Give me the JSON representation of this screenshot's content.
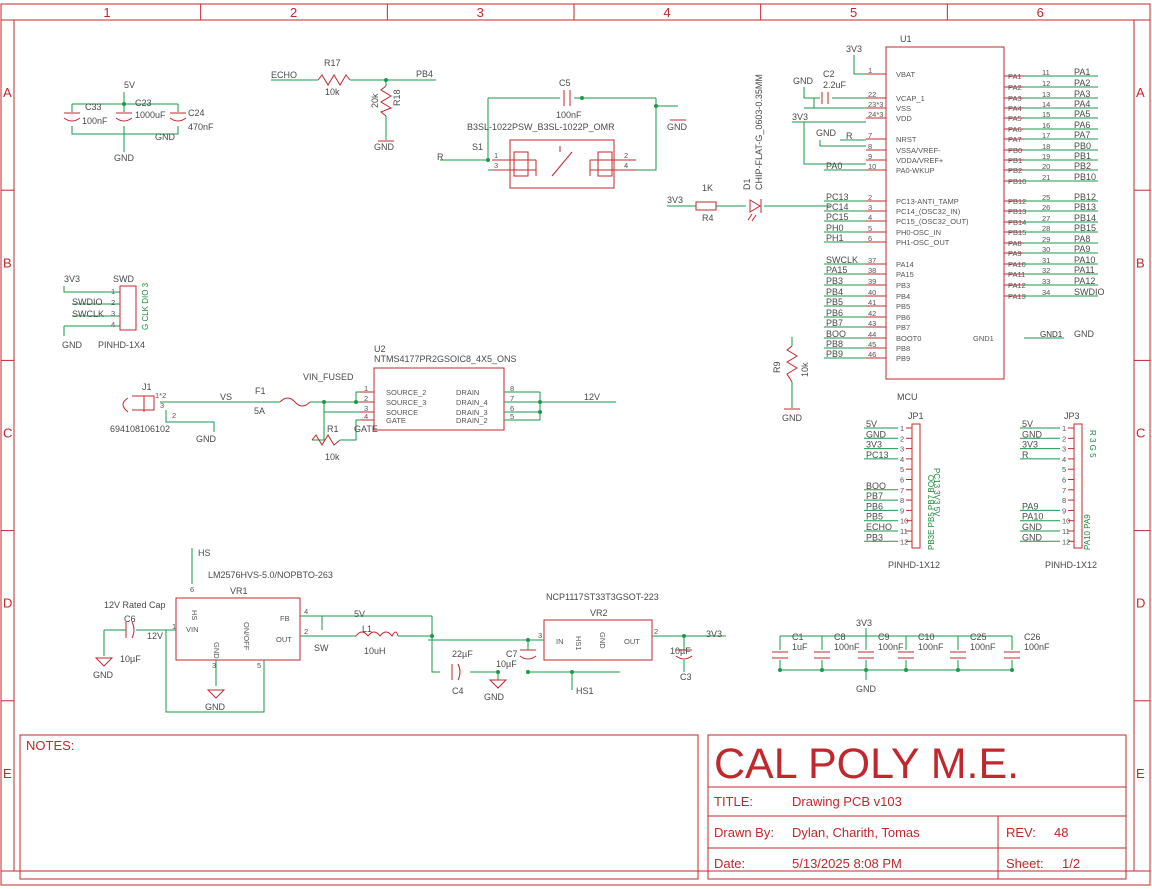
{
  "frame": {
    "columns": [
      "1",
      "2",
      "3",
      "4",
      "5",
      "6"
    ],
    "rows": [
      "A",
      "B",
      "C",
      "D",
      "E"
    ]
  },
  "title_block": {
    "notes_label": "NOTES:",
    "org": "CAL POLY M.E.",
    "title_label": "TITLE:",
    "title_value": "Drawing PCB v103",
    "drawn_label": "Drawn By:",
    "drawn_value": "Dylan, Charith, Tomas",
    "rev_label": "REV:",
    "rev_value": "48",
    "date_label": "Date:",
    "date_value": "5/13/2025 8:08 PM",
    "sheet_label": "Sheet:",
    "sheet_value": "1/2"
  },
  "caps_top": {
    "net_5v": "5V",
    "c33": "C33",
    "c33v": "100nF",
    "c23": "C23",
    "c23v": "1000uF",
    "c24": "C24",
    "c24v": "470nF",
    "gnd1": "GND",
    "gnd2": "GND"
  },
  "r17": {
    "echo": "ECHO",
    "name": "R17",
    "val": "10k",
    "pb4": "PB4",
    "r18": "R18",
    "r18v": "20k",
    "gnd": "GND"
  },
  "s1": {
    "c5": "C5",
    "c5v": "100nF",
    "part": "B3SL-1022PSW_B3SL-1022P_OMR",
    "name": "S1",
    "net_r": "R",
    "gnd": "GND",
    "p1": "1",
    "p2": "2",
    "p3": "3",
    "p4": "4"
  },
  "led": {
    "net": "3V3",
    "r4v": "1K",
    "r4": "R4",
    "d1": "D1",
    "part": "CHIP-FLAT-G_0603-0.35MM"
  },
  "swd": {
    "title": "SWD",
    "n3v3": "3V3",
    "swdio": "SWDIO",
    "swclk": "SWCLK",
    "gnd": "GND",
    "part": "PINHD-1X4",
    "pinlbl": "G CLK DIO 3",
    "pins": [
      "1",
      "2",
      "3",
      "4"
    ]
  },
  "mcu": {
    "ref": "U1",
    "name": "MCU",
    "vbat_net": "3V3",
    "gnd_net": "GND",
    "c2": "C2",
    "c2v": "2.2uF",
    "v3_net": "3V3",
    "gnd2": "GND",
    "r_net": "R",
    "left": [
      {
        "net": "",
        "num": "1",
        "pin": "VBAT"
      },
      {
        "net": "",
        "num": "22",
        "pin": "VCAP_1"
      },
      {
        "net": "",
        "num": "23*3",
        "pin": "VSS"
      },
      {
        "net": "",
        "num": "24*3",
        "pin": "VDD"
      },
      {
        "net": "",
        "num": "7",
        "pin": "NRST"
      },
      {
        "net": "",
        "num": "8",
        "pin": "VSSA/VREF-"
      },
      {
        "net": "",
        "num": "9",
        "pin": "VDDA/VREF+"
      },
      {
        "net": "PA0",
        "num": "10",
        "pin": "PA0-WKUP"
      },
      {
        "net": "PC13",
        "num": "2",
        "pin": "PC13-ANTI_TAMP"
      },
      {
        "net": "PC14",
        "num": "3",
        "pin": "PC14_(OSC32_IN)"
      },
      {
        "net": "PC15",
        "num": "4",
        "pin": "PC15_(OSC32_OUT)"
      },
      {
        "net": "PH0",
        "num": "5",
        "pin": "PH0-OSC_IN"
      },
      {
        "net": "PH1",
        "num": "6",
        "pin": "PH1-OSC_OUT"
      },
      {
        "net": "SWCLK",
        "num": "37",
        "pin": "PA14"
      },
      {
        "net": "PA15",
        "num": "38",
        "pin": "PA15"
      },
      {
        "net": "PB3",
        "num": "39",
        "pin": "PB3"
      },
      {
        "net": "PB4",
        "num": "40",
        "pin": "PB4"
      },
      {
        "net": "PB5",
        "num": "41",
        "pin": "PB5"
      },
      {
        "net": "PB6",
        "num": "42",
        "pin": "PB6"
      },
      {
        "net": "PB7",
        "num": "43",
        "pin": "PB7"
      },
      {
        "net": "BOO",
        "num": "44",
        "pin": "BOOT0"
      },
      {
        "net": "PB8",
        "num": "45",
        "pin": "PB8"
      },
      {
        "net": "PB9",
        "num": "46",
        "pin": "PB9"
      }
    ],
    "right": [
      {
        "pin": "PA1",
        "num": "11",
        "net": "PA1"
      },
      {
        "pin": "PA2",
        "num": "12",
        "net": "PA2"
      },
      {
        "pin": "PA3",
        "num": "13",
        "net": "PA3"
      },
      {
        "pin": "PA4",
        "num": "14",
        "net": "PA4"
      },
      {
        "pin": "PA5",
        "num": "15",
        "net": "PA5"
      },
      {
        "pin": "PA6",
        "num": "16",
        "net": "PA6"
      },
      {
        "pin": "PA7",
        "num": "17",
        "net": "PA7"
      },
      {
        "pin": "PB0",
        "num": "18",
        "net": "PB0"
      },
      {
        "pin": "PB1",
        "num": "19",
        "net": "PB1"
      },
      {
        "pin": "PB2",
        "num": "20",
        "net": "PB2"
      },
      {
        "pin": "PB10",
        "num": "21",
        "net": "PB10"
      },
      {
        "pin": "PB12",
        "num": "25",
        "net": "PB12"
      },
      {
        "pin": "PB13",
        "num": "26",
        "net": "PB13"
      },
      {
        "pin": "PB14",
        "num": "27",
        "net": "PB14"
      },
      {
        "pin": "PB15",
        "num": "28",
        "net": "PB15"
      },
      {
        "pin": "PA8",
        "num": "29",
        "net": "PA8"
      },
      {
        "pin": "PA9",
        "num": "30",
        "net": "PA9"
      },
      {
        "pin": "PA10",
        "num": "31",
        "net": "PA10"
      },
      {
        "pin": "PA11",
        "num": "32",
        "net": "PA11"
      },
      {
        "pin": "PA12",
        "num": "33",
        "net": "PA12"
      },
      {
        "pin": "PA13",
        "num": "34",
        "net": "SWDIO"
      }
    ],
    "gnd_pin": "GND1",
    "gnd_pin_net": "GND",
    "r9": "R9",
    "r9v": "10k",
    "r9gnd": "GND"
  },
  "power_in": {
    "u2": "U2",
    "u2part": "NTMS4177PR2GSOIC8_4X5_ONS",
    "j1": "J1",
    "j1part": "694108106102",
    "gnd": "GND",
    "vs": "VS",
    "f1": "F1",
    "f1v": "5A",
    "vin_fused": "VIN_FUSED",
    "r1": "R1",
    "r1v": "10k",
    "n12v": "12V",
    "pins_l": [
      "SOURCE_2",
      "SOURCE_3",
      "SOURCE",
      "GATE"
    ],
    "pins_r": [
      "DRAIN",
      "DRAIN_4",
      "DRAIN_3",
      "DRAIN_2"
    ],
    "nums_l": [
      "1",
      "2",
      "3",
      "4"
    ],
    "nums_r": [
      "8",
      "7",
      "6",
      "5"
    ],
    "gate_lbl": "GATE",
    "j1pins": [
      "1*2",
      "3",
      "2"
    ]
  },
  "jp1": {
    "name": "JP1",
    "part": "PINHD-1X12",
    "nets": [
      "5V",
      "GND",
      "3V3",
      "PC13",
      "",
      "",
      "BOO",
      "PB7",
      "PB6",
      "PB5",
      "ECHO",
      "PB3"
    ],
    "nums": [
      "1",
      "2",
      "3",
      "4",
      "5",
      "6",
      "7",
      "8",
      "9",
      "10",
      "11",
      "12"
    ],
    "vert1": "PC13 3V3 5V",
    "vert2": "PB3E PB5 PB7 BOO"
  },
  "jp3": {
    "name": "JP3",
    "part": "PINHD-1X12",
    "nets": [
      "5V",
      "GND",
      "3V3",
      "R",
      "",
      "",
      "",
      "",
      "PA9",
      "PA10",
      "GND",
      "GND"
    ],
    "nums": [
      "1",
      "2",
      "3",
      "4",
      "5",
      "6",
      "7",
      "8",
      "9",
      "10",
      "11",
      "12"
    ],
    "vert1": "R 3 G 5",
    "vert2": "PA10 PA9"
  },
  "buck": {
    "hs": "HS",
    "vr1part": "LM2576HVS-5.0/NOPBTO-263",
    "vr1": "VR1",
    "cap_title": "12V Rated Cap",
    "c6": "C6",
    "c6v": "10µF",
    "gnd": "GND",
    "n12v": "12V",
    "vin": "VIN",
    "hs_pin": "HS",
    "gnd_pin": "GND",
    "onoff": "ON/OFF",
    "fb": "FB",
    "out": "OUT",
    "p1": "1",
    "p3": "3",
    "p4": "4",
    "p5": "5",
    "p6": "6",
    "p2": "2",
    "n5v": "5V",
    "l1": "L1",
    "l1v": "10uH",
    "sw": "SW",
    "c4": "C4",
    "c4v": "22µF",
    "gnd2": "GND",
    "gnd3": "GND",
    "c7": "C7",
    "c7v": "10µF"
  },
  "ldo": {
    "vr2part": "NCP1117ST33T3GSOT-223",
    "vr2": "VR2",
    "in": "IN",
    "hs1pin": "HS1",
    "gndpin": "GND",
    "out": "OUT",
    "p3": "3",
    "p2": "2",
    "n3v3": "3V3",
    "c3": "C3",
    "c3v": "10µF",
    "hs1": "HS1"
  },
  "decoup": {
    "n3v3": "3V3",
    "gnd": "GND",
    "caps": [
      {
        "name": "C1",
        "val": "1uF"
      },
      {
        "name": "C8",
        "val": "100nF"
      },
      {
        "name": "C9",
        "val": "100nF"
      },
      {
        "name": "C10",
        "val": "100nF"
      },
      {
        "name": "C25",
        "val": "100nF"
      },
      {
        "name": "C26",
        "val": "100nF"
      }
    ]
  }
}
